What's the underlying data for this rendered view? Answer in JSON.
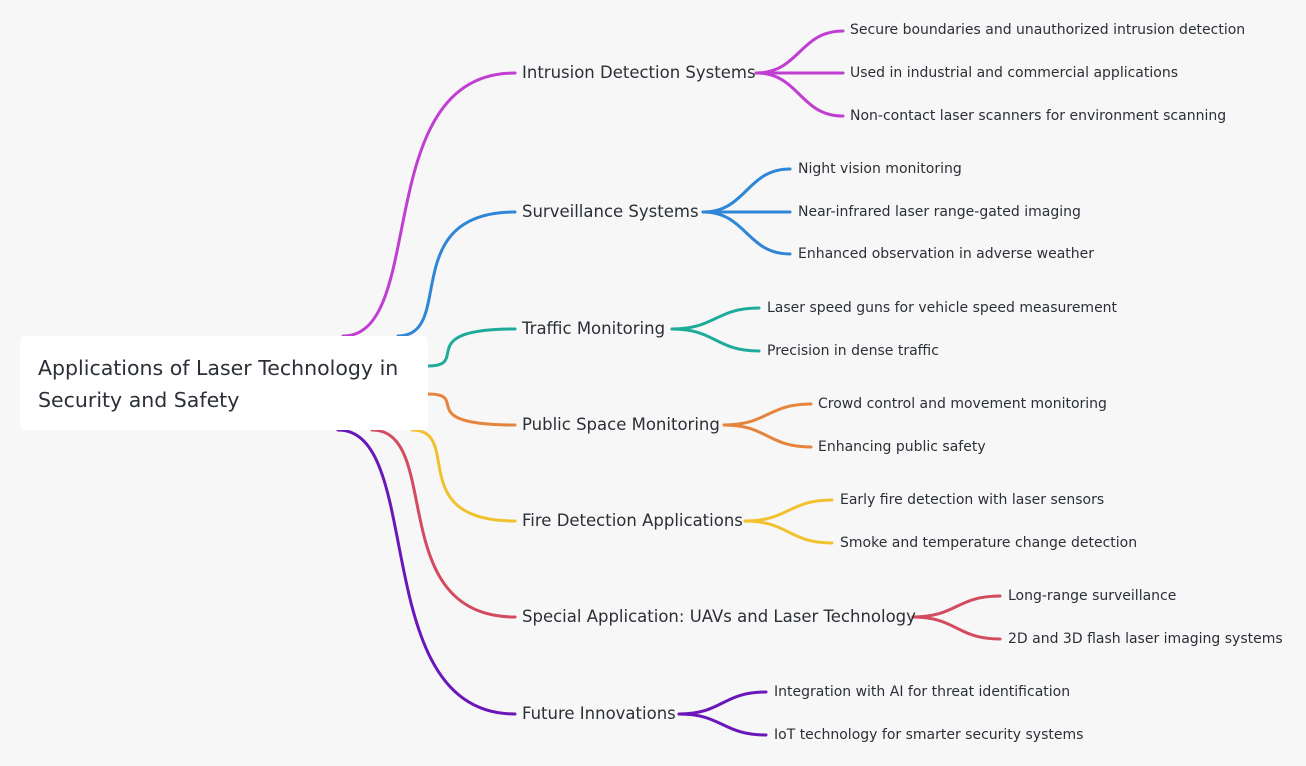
{
  "root": {
    "title": "Applications of Laser Technology in Security and Safety"
  },
  "branches": [
    {
      "label": "Intrusion Detection Systems",
      "color": "#c03ed1",
      "items": [
        "Secure boundaries and unauthorized intrusion detection",
        "Used in industrial and commercial applications",
        "Non-contact laser scanners for environment scanning"
      ]
    },
    {
      "label": "Surveillance Systems",
      "color": "#2f86d6",
      "items": [
        "Night vision monitoring",
        "Near-infrared laser range-gated imaging",
        "Enhanced observation in adverse weather"
      ]
    },
    {
      "label": "Traffic Monitoring",
      "color": "#1fab9b",
      "items": [
        "Laser speed guns for vehicle speed measurement",
        "Precision in dense traffic"
      ]
    },
    {
      "label": "Public Space Monitoring",
      "color": "#e6843b",
      "items": [
        "Crowd control and movement monitoring",
        "Enhancing public safety"
      ]
    },
    {
      "label": "Fire Detection Applications",
      "color": "#f2c12e",
      "items": [
        "Early fire detection with laser sensors",
        "Smoke and temperature change detection"
      ]
    },
    {
      "label": "Special Application: UAVs and Laser Technology",
      "color": "#d44a5f",
      "items": [
        "Long-range surveillance",
        "2D and 3D flash laser imaging systems"
      ]
    },
    {
      "label": "Future Innovations",
      "color": "#6a16b8",
      "items": [
        "Integration with AI for threat identification",
        "IoT technology for smarter security systems"
      ]
    }
  ]
}
